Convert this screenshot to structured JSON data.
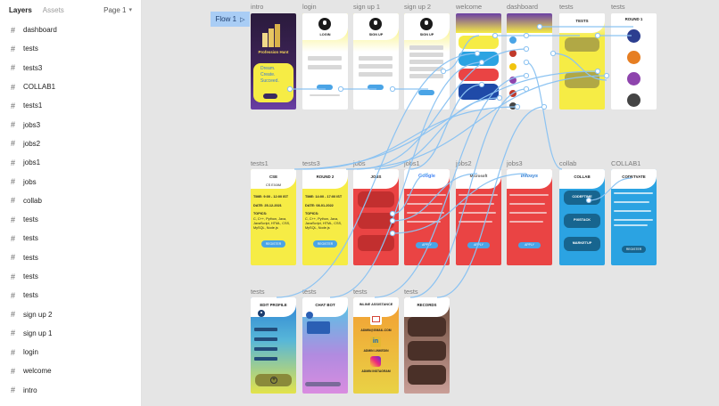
{
  "panel": {
    "tabs": {
      "layers": "Layers",
      "assets": "Assets"
    },
    "page": "Page 1",
    "layers": [
      "dashboard",
      "tests",
      "tests3",
      "COLLAB1",
      "tests1",
      "jobs3",
      "jobs2",
      "jobs1",
      "jobs",
      "collab",
      "tests",
      "tests",
      "tests",
      "tests",
      "tests",
      "sign up 2",
      "sign up 1",
      "login",
      "welcome",
      "intro"
    ]
  },
  "canvas": {
    "flow_label": "Flow 1",
    "frame_labels": {
      "intro": "intro",
      "login": "login",
      "signup1": "sign up 1",
      "signup2": "sign up 2",
      "welcome": "welcome",
      "dashboard": "dashboard",
      "tests_a": "tests",
      "tests_b": "tests",
      "tests1": "tests1",
      "tests3": "tests3",
      "jobs": "jobs",
      "jobs1": "jobs1",
      "jobs2": "jobs2",
      "jobs3": "jobs3",
      "collab": "collab",
      "collab1": "COLLAB1",
      "tests_c": "tests",
      "tests_d": "tests",
      "tests_e": "tests",
      "tests_f": "tests"
    },
    "intro": {
      "brand": "Profession Hunt",
      "tagline1": "Dream.",
      "tagline2": "Create.",
      "tagline3": "Succeed."
    },
    "login": {
      "title": "LOGIN"
    },
    "signup1": {
      "title": "SIGN UP"
    },
    "signup2": {
      "title": "SIGN UP"
    },
    "dashboard_tests": {
      "title": "TESTS"
    },
    "round1": {
      "title": "ROUND 1"
    },
    "cse": {
      "title": "CSE",
      "sub": "CS EXAM",
      "time": "TIME: 9:00 - 12:00 IST",
      "date": "DATE: 25-12-2021",
      "topics": "TOPICS:",
      "topics_list": "C, C++, Python, Java, JavaScript, HTML, CSS, MySQL, Node.js",
      "button": "REGISTER"
    },
    "round2": {
      "title": "ROUND 2",
      "time": "TIME: 14:00 - 17:00 IST",
      "date": "DATE: 08-01-2022",
      "topics": "TOPICS:",
      "topics_list": "C, C++, Python, Java, JavaScript, HTML, CSS, MySQL, Node.js",
      "button": "REGISTER"
    },
    "jobs": {
      "title": "JOBS"
    },
    "jobs1": {
      "brand": "Google",
      "button": "APPLY"
    },
    "jobs2": {
      "brand": "Microsoft",
      "button": "APPLY"
    },
    "jobs3": {
      "brand": "Infosys",
      "button": "APPLY"
    },
    "collab": {
      "title": "COLLAB",
      "items": [
        "CODEFTIME",
        "PIXSTACK",
        "MARKETUP"
      ]
    },
    "collab1": {
      "title": "CODETVATE",
      "button": "REGISTER"
    },
    "edit_profile": {
      "title": "EDIT PROFILE"
    },
    "chat_bot": {
      "title": "CHAT BOT"
    },
    "online_assistance": {
      "title": "INLINE ASSISTANCE",
      "email": "ADMIN@GMAIL.COM",
      "linkedin_label": "ADMIN LINKEDIN",
      "instagram_label": "ADMIN INSTAGRAM"
    },
    "records": {
      "title": "RECORDS"
    }
  },
  "colors": {
    "yellow": "#f6ec45",
    "red": "#ea4444",
    "blue": "#2ba3e2",
    "purple_top": "#6a3fa5",
    "flow_bg": "#a9cdf5",
    "wire": "#8cc3f2"
  }
}
